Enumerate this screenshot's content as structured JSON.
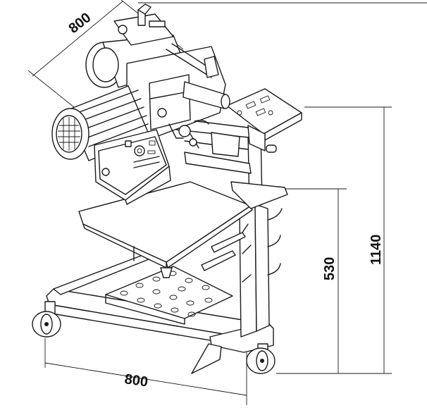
{
  "dimensions": {
    "diagonal_width": "800",
    "base_width": "800",
    "tray_height": "530",
    "total_height": "1140"
  },
  "colors": {
    "ink": "#1a1a1a",
    "background": "#ffffff"
  }
}
